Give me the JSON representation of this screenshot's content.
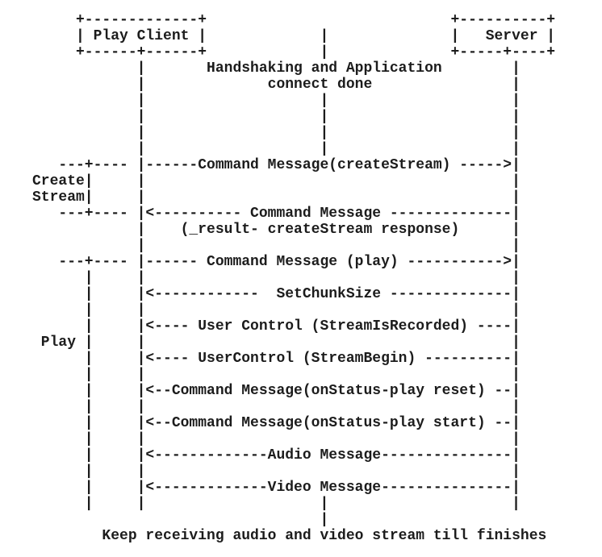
{
  "colors": {
    "background": "#ffffff",
    "text": "#1c1c1c"
  },
  "diagram": {
    "type": "ascii-sequence-diagram",
    "actors": [
      "Play Client",
      "Server"
    ],
    "top_annotation": [
      "Handshaking and Application",
      "connect done"
    ],
    "phase_labels": [
      "Create",
      "Stream",
      "Play"
    ],
    "messages": [
      {
        "from": "Play Client",
        "to": "Server",
        "label": "Command Message(createStream)"
      },
      {
        "from": "Server",
        "to": "Play Client",
        "label": "Command Message (_result- createStream response)"
      },
      {
        "from": "Play Client",
        "to": "Server",
        "label": "Command Message (play)"
      },
      {
        "from": "Server",
        "to": "Play Client",
        "label": "SetChunkSize"
      },
      {
        "from": "Server",
        "to": "Play Client",
        "label": "User Control (StreamIsRecorded)"
      },
      {
        "from": "Server",
        "to": "Play Client",
        "label": "UserControl (StreamBegin)"
      },
      {
        "from": "Server",
        "to": "Play Client",
        "label": "Command Message(onStatus-play reset)"
      },
      {
        "from": "Server",
        "to": "Play Client",
        "label": "Command Message(onStatus-play start)"
      },
      {
        "from": "Server",
        "to": "Play Client",
        "label": "Audio Message"
      },
      {
        "from": "Server",
        "to": "Play Client",
        "label": "Video Message"
      }
    ],
    "bottom_annotation": "Keep receiving audio and video stream till finishes",
    "lines": [
      "     +-------------+                            +----------+",
      "     | Play Client |             |              |   Server |",
      "     +------+------+             |              +-----+----+",
      "            |       Handshaking and Application        |",
      "            |              connect done                |",
      "            |                    |                     |",
      "            |                    |                     |",
      "            |                    |                     |",
      "            |                    |                     |",
      "   ---+---- |------Command Message(createStream) ----->|",
      "Create|     |                                          |",
      "Stream|     |                                          |",
      "   ---+---- |<---------- Command Message --------------|",
      "            |    (_result- createStream response)      |",
      "            |                                          |",
      "   ---+---- |------ Command Message (play) ----------->|",
      "      |     |                                          |",
      "      |     |<------------  SetChunkSize --------------|",
      "      |     |                                          |",
      "      |     |<---- User Control (StreamIsRecorded) ----|",
      " Play |     |                                          |",
      "      |     |<---- UserControl (StreamBegin) ----------|",
      "      |     |                                          |",
      "      |     |<--Command Message(onStatus-play reset) --|",
      "      |     |                                          |",
      "      |     |<--Command Message(onStatus-play start) --|",
      "      |     |                                          |",
      "      |     |<-------------Audio Message---------------|",
      "      |     |                                          |",
      "      |     |<-------------Video Message---------------|",
      "      |     |                    |                     |",
      "                                 |",
      "        Keep receiving audio and video stream till finishes"
    ]
  }
}
